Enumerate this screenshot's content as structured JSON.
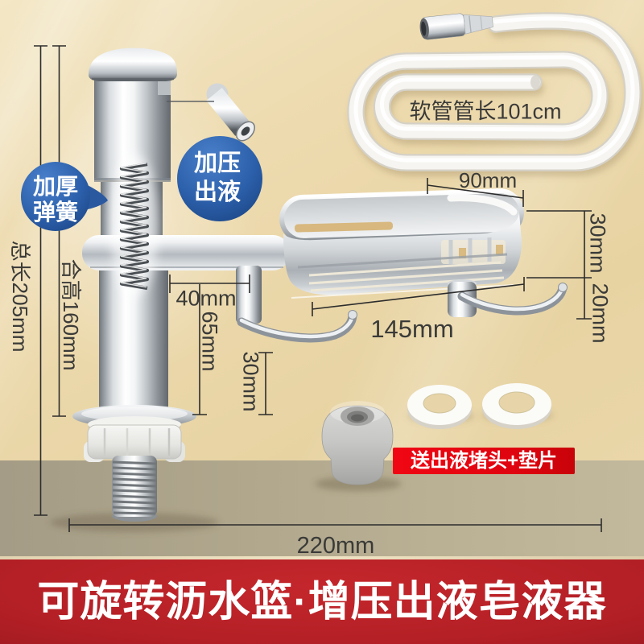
{
  "hose": {
    "label": "软管管长101cm"
  },
  "badges": {
    "spring": {
      "line1": "加厚",
      "line2": "弹簧"
    },
    "pressure": {
      "line1": "加压",
      "line2": "出液"
    }
  },
  "dimensions": {
    "total_length": "总长205mm",
    "install_height": "合高160mm",
    "spout_reach": "40mm",
    "spout_clearance": "65mm",
    "hook_drop_front": "30mm",
    "basket_width": "90mm",
    "basket_depth": "30mm",
    "hook_drop_side": "20mm",
    "basket_length": "145mm",
    "overall_length": "220mm"
  },
  "gift": {
    "label": "送出液堵头+垫片"
  },
  "banner": {
    "title": "可旋转沥水篮·增压出液皂液器"
  },
  "colors": {
    "background_beige": "#ecd9ab",
    "counter_tan": "#b3a98f",
    "badge_blue": "#2c60ab",
    "banner_red": "#b02026",
    "gift_label_red": "#e80613",
    "dimension_ink": "#2c2c2c"
  }
}
